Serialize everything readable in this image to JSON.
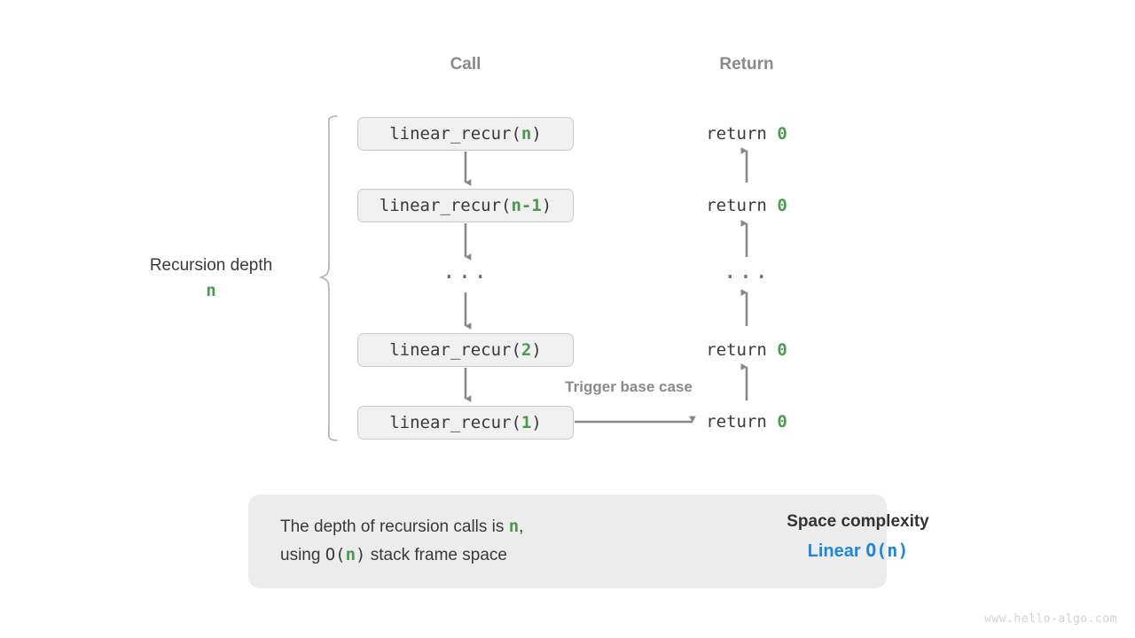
{
  "diagram": {
    "headers": {
      "call": "Call",
      "return": "Return"
    },
    "depth_label": {
      "text": "Recursion depth",
      "value": "n"
    },
    "call_frames": [
      {
        "prefix": "linear_recur(",
        "arg": "n",
        "suffix": ")"
      },
      {
        "prefix": "linear_recur(",
        "arg": "n-1",
        "suffix": ")"
      },
      {
        "prefix": "linear_recur(",
        "arg": "2",
        "suffix": ")"
      },
      {
        "prefix": "linear_recur(",
        "arg": "1",
        "suffix": ")"
      }
    ],
    "returns": [
      {
        "text": "return ",
        "value": "0"
      },
      {
        "text": "return ",
        "value": "0"
      },
      {
        "text": "return ",
        "value": "0"
      },
      {
        "text": "return ",
        "value": "0"
      }
    ],
    "ellipsis": "···",
    "trigger_note": "Trigger base case",
    "colors": {
      "accent_green": "#4a9a52",
      "accent_blue": "#1e88d8",
      "arrow_gray": "#888888",
      "box_fill": "#f0f0f0",
      "box_border": "#cbcbcb",
      "panel_fill": "#ececec",
      "header_gray": "#8a8a8a"
    }
  },
  "summary": {
    "line1_a": "The depth of recursion calls is ",
    "line1_n": "n",
    "line1_b": ",",
    "line2_a": "using ",
    "line2_o": "O(",
    "line2_n": "n",
    "line2_c": ")",
    "line2_b": " stack frame space",
    "title": "Space complexity",
    "value_word": "Linear",
    "value_notation": "O(n)"
  },
  "watermark": "www.hello-algo.com"
}
